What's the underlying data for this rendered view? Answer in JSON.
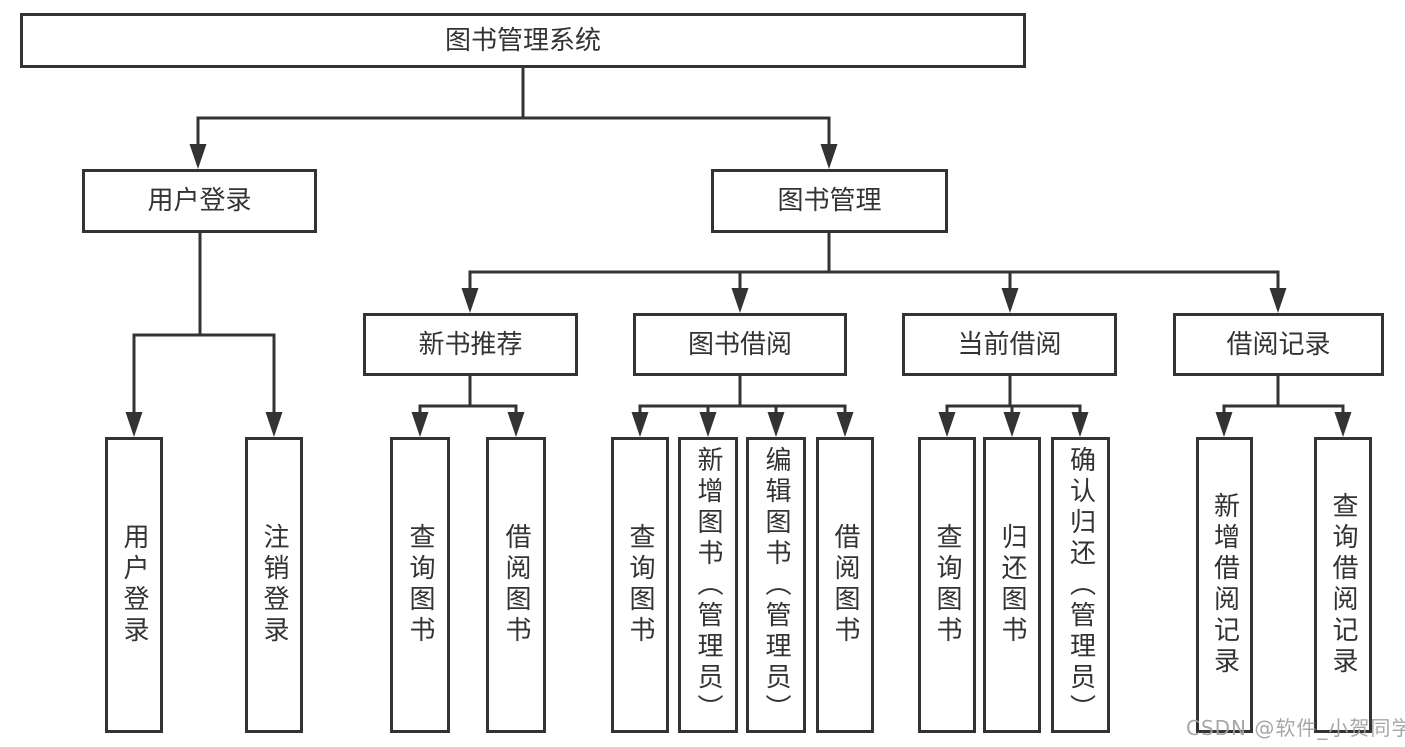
{
  "tree": {
    "label": "图书管理系统",
    "children": [
      {
        "label": "用户登录",
        "children": [
          {
            "label": "用户登录"
          },
          {
            "label": "注销登录"
          }
        ]
      },
      {
        "label": "图书管理",
        "children": [
          {
            "label": "新书推荐",
            "children": [
              {
                "label": "查询图书"
              },
              {
                "label": "借阅图书"
              }
            ]
          },
          {
            "label": "图书借阅",
            "children": [
              {
                "label": "查询图书"
              },
              {
                "label": "新增图书（管理员）"
              },
              {
                "label": "编辑图书（管理员）"
              },
              {
                "label": "借阅图书"
              }
            ]
          },
          {
            "label": "当前借阅",
            "children": [
              {
                "label": "查询图书"
              },
              {
                "label": "归还图书"
              },
              {
                "label": "确认归还（管理员）"
              }
            ]
          },
          {
            "label": "借阅记录",
            "children": [
              {
                "label": "新增借阅记录"
              },
              {
                "label": "查询借阅记录"
              }
            ]
          }
        ]
      }
    ]
  },
  "watermark": {
    "text": "CSDN @软件_小贺同学"
  },
  "colors": {
    "line": "#333333",
    "text": "#333333",
    "background": "#ffffff",
    "watermark": "#a2a2a6"
  }
}
